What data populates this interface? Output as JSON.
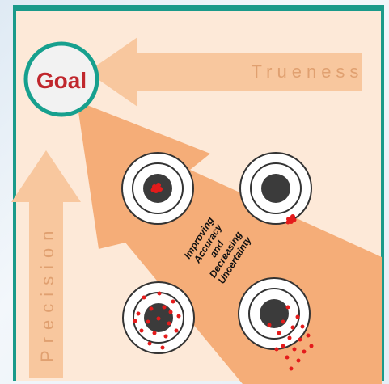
{
  "goal": {
    "label": "Goal"
  },
  "axes": {
    "horizontal_label": "Trueness",
    "vertical_label": "Precision"
  },
  "diagonal_caption": [
    "Improving",
    "Accuracy",
    "and",
    "Decreasing",
    "Uncertainty"
  ],
  "colors": {
    "frame": "#1a9a8a",
    "panel": "#fde9d8",
    "arrow": "#f8c79e",
    "diagonal_arrow": "#f5ad78",
    "goal_fill": "#f2f2f2",
    "goal_ring": "#17a08e",
    "goal_text": "#c0272d",
    "target_bull": "#3b3b3b",
    "hit": "#e41b1b"
  },
  "targets": [
    {
      "name": "top-left",
      "pattern": "accurate-precise"
    },
    {
      "name": "top-right",
      "pattern": "precise-biased"
    },
    {
      "name": "bottom-left",
      "pattern": "accurate-imprecise"
    },
    {
      "name": "bottom-right",
      "pattern": "biased-imprecise"
    }
  ]
}
